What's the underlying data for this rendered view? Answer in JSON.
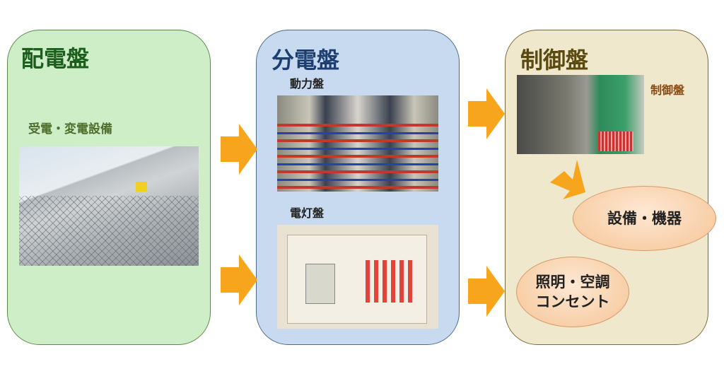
{
  "panels": {
    "distribution_board": {
      "title": "配電盤",
      "subtitle": "受電・変電設備",
      "color": "#1c5e1c",
      "bg": "#cdeec6"
    },
    "branch_board": {
      "title": "分電盤",
      "power_label": "動力盤",
      "lighting_label": "電灯盤",
      "color": "#1d3e70",
      "bg": "#c8daef"
    },
    "control_board": {
      "title": "制御盤",
      "photo_label": "制御盤",
      "color": "#5a4a10",
      "bg": "#efe8cc"
    }
  },
  "outputs": {
    "equipment": "設備・機器",
    "lighting_line1": "照明・空調",
    "lighting_line2": "コンセント"
  },
  "colors": {
    "arrow": "#f7a51c"
  }
}
